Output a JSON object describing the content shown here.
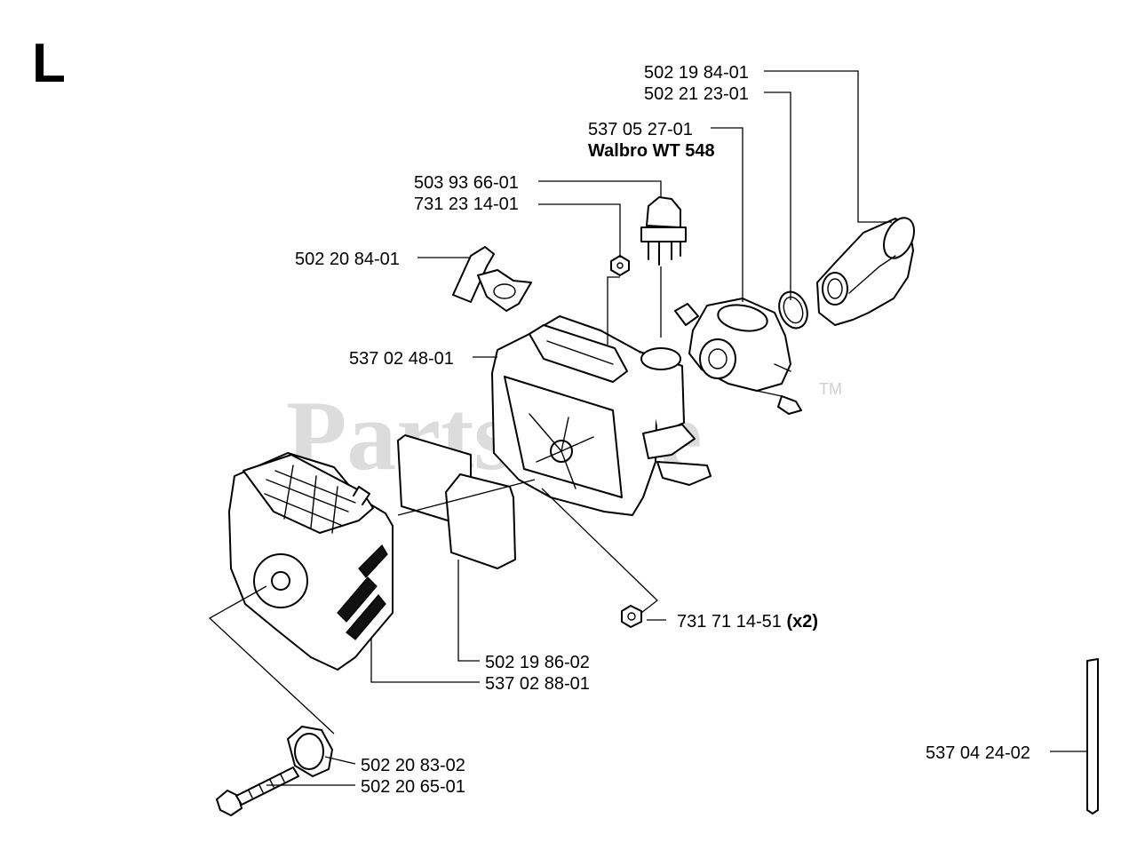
{
  "section_letter": "L",
  "watermark": {
    "text": "PartsTree",
    "trademark": "TM"
  },
  "parts": {
    "p502198401": "502 19 84-01",
    "p502212301": "502 21 23-01",
    "p537052701": "537 05 27-01",
    "carb_model": "Walbro WT 548",
    "p503936601": "503 93 66-01",
    "p731231401": "731 23 14-01",
    "p502208401": "502 20 84-01",
    "p537024801": "537 02 48-01",
    "p731711451": "731 71 14-51",
    "p731711451_qty": "(x2)",
    "p502198602": "502 19 86-02",
    "p537028801": "537 02 88-01",
    "p502208302": "502 20 83-02",
    "p502206501": "502 20 65-01",
    "p537042402": "537 04 24-02"
  }
}
